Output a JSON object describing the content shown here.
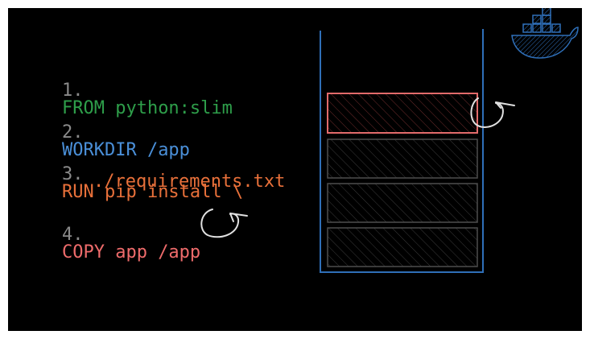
{
  "steps": [
    {
      "number": "1.",
      "text": "FROM python:slim",
      "color": "#2e9e4a"
    },
    {
      "number": "2.",
      "text": "WORKDIR /app",
      "color": "#4a8fd8"
    },
    {
      "number": "3.",
      "text": "RUN pip install \\",
      "continuation": "./requirements.txt",
      "color": "#e8703a"
    },
    {
      "number": "4.",
      "text": "COPY app /app",
      "color": "#ee6b6b"
    }
  ],
  "colors": {
    "background": "#000000",
    "number": "#8a8a8a",
    "container_outline": "#2f6fb8",
    "layer_outline": "#4d4d4d",
    "highlight_layer": "#e26b6b",
    "arrow": "#e0e0e0",
    "docker_logo": "#2f6fb8"
  },
  "icons": {
    "logo": "docker-whale-icon",
    "rebuild_marker": "rebuild-arrow-icon"
  },
  "layers": [
    {
      "name": "layer-1",
      "highlighted": true
    },
    {
      "name": "layer-2",
      "highlighted": false
    },
    {
      "name": "layer-3",
      "highlighted": false
    },
    {
      "name": "layer-4",
      "highlighted": false
    }
  ]
}
